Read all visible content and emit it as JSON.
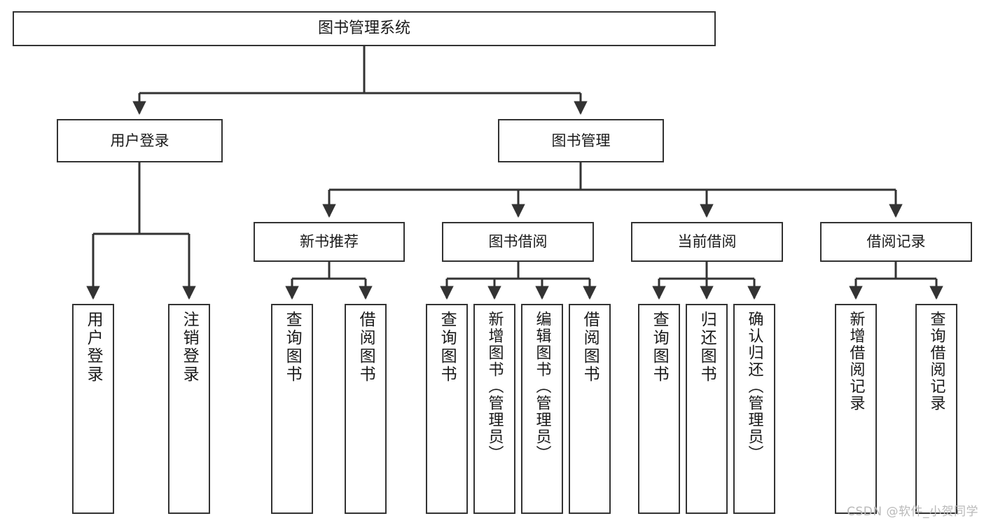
{
  "diagram": {
    "title": "图书管理系统",
    "type": "tree-hierarchy-chart",
    "orientation": "top-down",
    "colors": {
      "box_border": "#333333",
      "box_fill": "#ffffff",
      "edge": "#333333",
      "text": "#1a1a1a",
      "watermark": "#b9b9b9"
    }
  },
  "root": {
    "id": "root",
    "label": "图书管理系统"
  },
  "level2": [
    {
      "id": "user-login",
      "label": "用户登录"
    },
    {
      "id": "book-management",
      "label": "图书管理"
    }
  ],
  "level3": [
    {
      "id": "new-book-recommend",
      "label": "新书推荐",
      "parent": "book-management"
    },
    {
      "id": "book-borrow",
      "label": "图书借阅",
      "parent": "book-management"
    },
    {
      "id": "current-borrow",
      "label": "当前借阅",
      "parent": "book-management"
    },
    {
      "id": "borrow-record",
      "label": "借阅记录",
      "parent": "book-management"
    }
  ],
  "leaves": {
    "user-login": [
      {
        "id": "leaf-user-login",
        "label": "用户登录"
      },
      {
        "id": "leaf-user-logout",
        "label": "注销登录"
      }
    ],
    "new-book-recommend": [
      {
        "id": "leaf-query-book-1",
        "label": "查询图书"
      },
      {
        "id": "leaf-borrow-book-1",
        "label": "借阅图书"
      }
    ],
    "book-borrow": [
      {
        "id": "leaf-query-book-2",
        "label": "查询图书"
      },
      {
        "id": "leaf-add-book",
        "label": "新增图书（管理员）"
      },
      {
        "id": "leaf-edit-book",
        "label": "编辑图书（管理员）"
      },
      {
        "id": "leaf-borrow-book-2",
        "label": "借阅图书"
      }
    ],
    "current-borrow": [
      {
        "id": "leaf-query-book-3",
        "label": "查询图书"
      },
      {
        "id": "leaf-return-book",
        "label": "归还图书"
      },
      {
        "id": "leaf-confirm-return",
        "label": "确认归还（管理员）"
      }
    ],
    "borrow-record": [
      {
        "id": "leaf-add-record",
        "label": "新增借阅记录"
      },
      {
        "id": "leaf-query-record",
        "label": "查询借阅记录"
      }
    ]
  },
  "watermark": {
    "text": "CSDN @软件_小贺同学"
  }
}
